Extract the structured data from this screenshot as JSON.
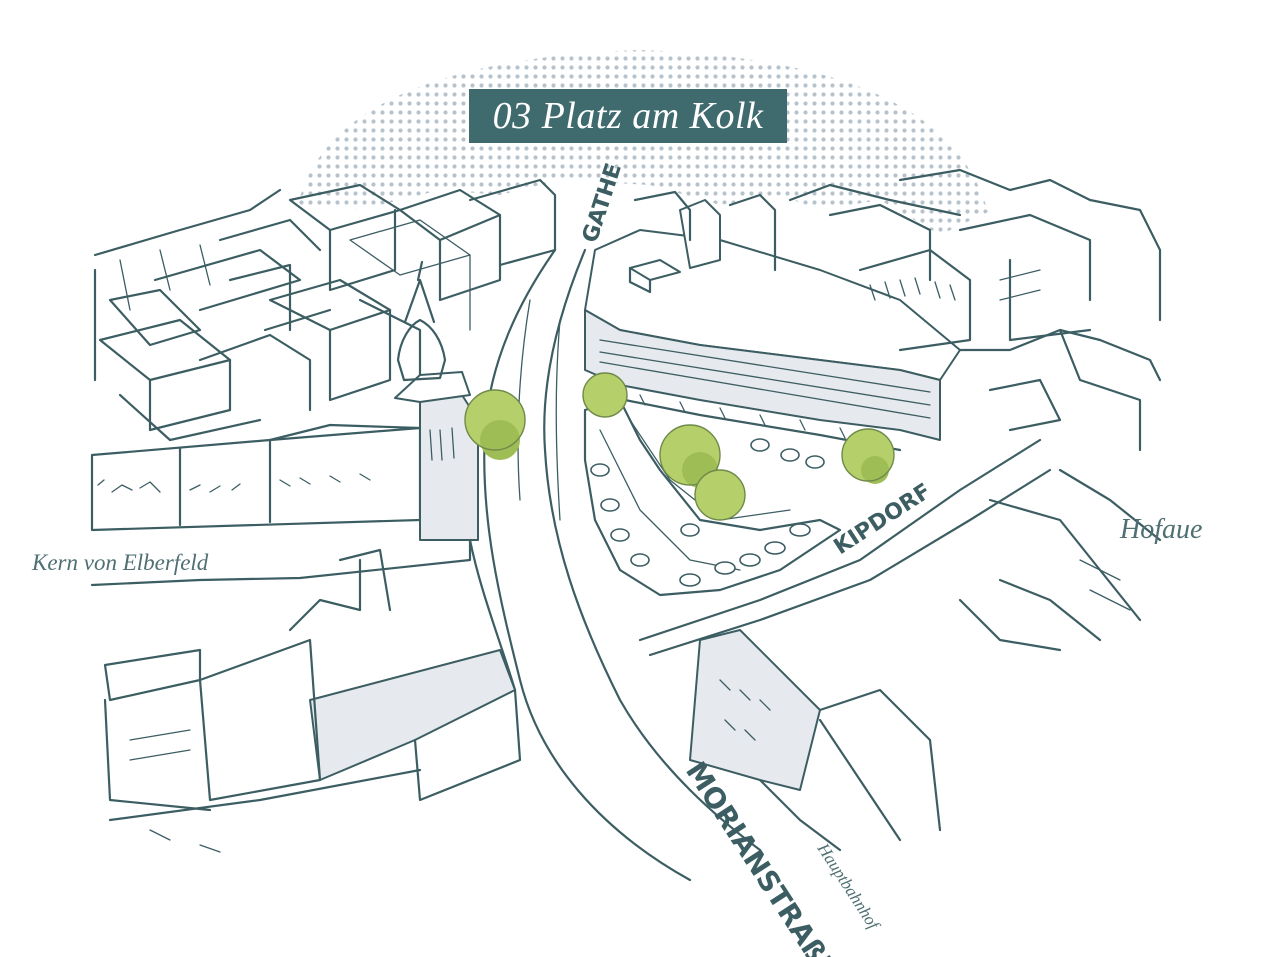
{
  "title": "03 Platz am Kolk",
  "streets": {
    "gathe": "GATHE",
    "kipdorf": "KIPDORF",
    "morianstrasse": "MORIANSTRAßE"
  },
  "places": {
    "kern": "Kern von Elberfeld",
    "hofaue": "Hofaue",
    "hauptbahnhof": "Hauptbahnhof"
  },
  "colors": {
    "ink": "#3c5e63",
    "title_bg": "#3f6a6e",
    "title_text": "#ffffff",
    "tree_green": "#b5cf6a",
    "dot_pattern": "#b7c3cc",
    "facade_fill": "#e6eaee"
  }
}
